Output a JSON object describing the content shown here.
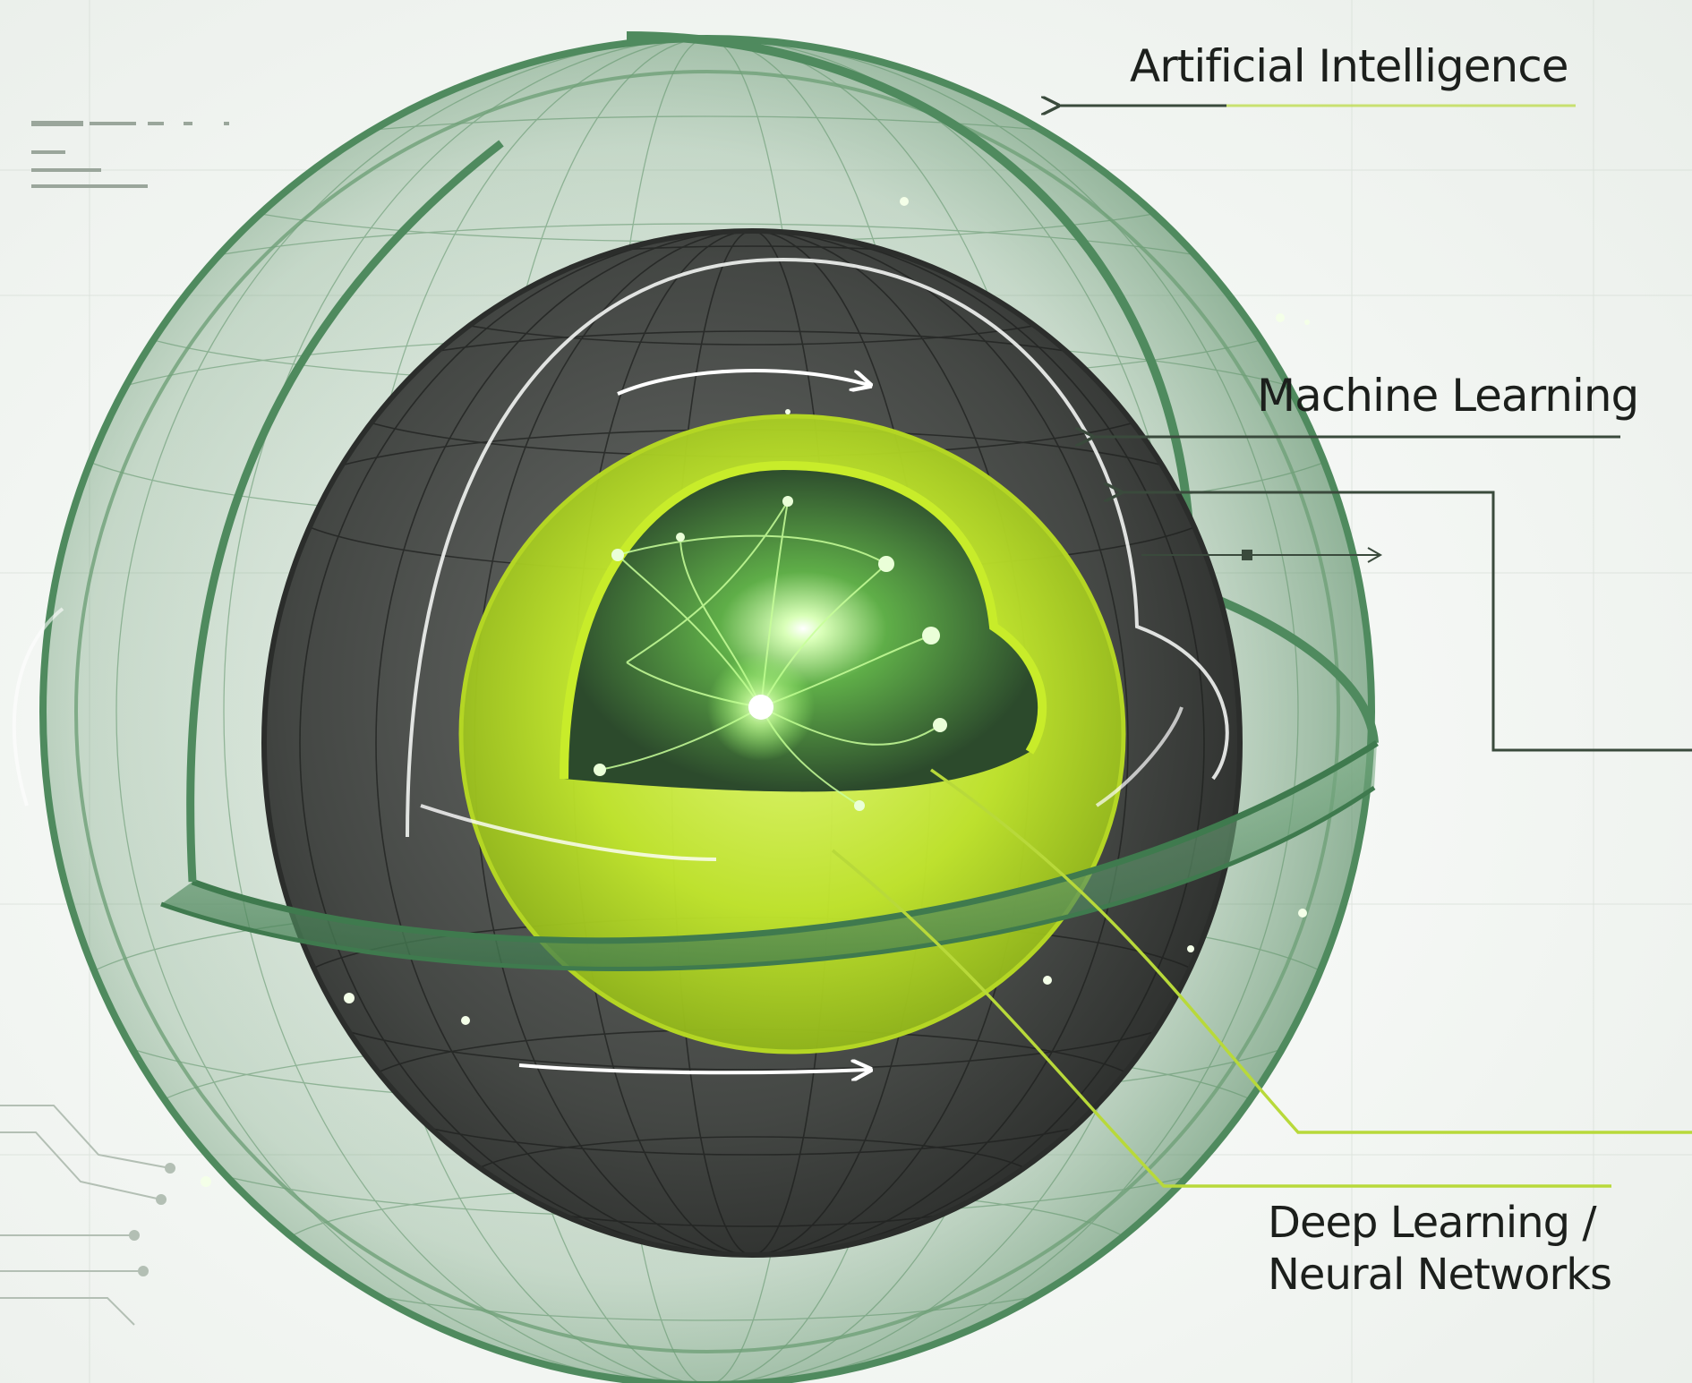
{
  "labels": {
    "artificial_intelligence": "Artificial Intelligence",
    "machine_learning": "Machine Learning",
    "deep_learning_line1": "Deep Learning /",
    "deep_learning_line2": "Neural Networks"
  },
  "colors": {
    "outer_shell": "#4f8a5e",
    "middle_shell": "#3f423f",
    "inner_shell": "#c8ec2a",
    "core_glow": "#9cff6a",
    "leader_line_dark": "#3a4a3c",
    "leader_line_lime": "#b8d93a",
    "background": "#f1f4f1"
  },
  "icons": [
    "arrow-right-icon",
    "circuit-trace-icon",
    "neuron-icon"
  ]
}
